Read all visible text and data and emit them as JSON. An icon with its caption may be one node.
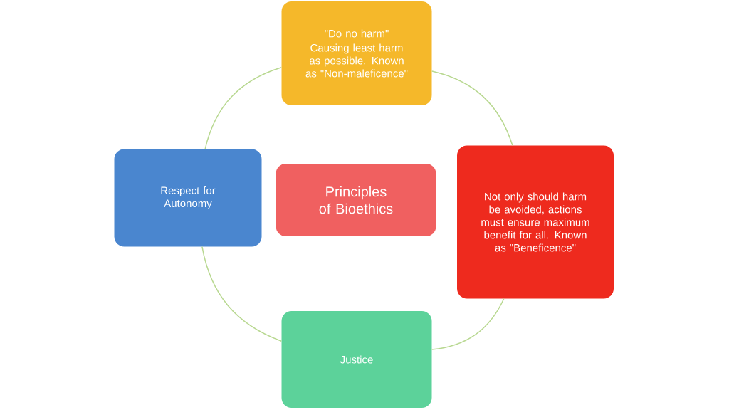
{
  "diagram": {
    "nodes": [
      {
        "text": [
          "\"Do no harm\"",
          "Causing least harm as possible. Known as \"Non-maleficence\""
        ]
      },
      {
        "text": [
          "Respect for Autonomy"
        ]
      },
      {
        "text": [
          "Principles of Bioethics"
        ]
      },
      {
        "text": [
          "Not only should harm be avoided, actions must ensure maximum benefit for all. Known as \"Beneficence\""
        ]
      },
      {
        "text": [
          "Justice"
        ]
      }
    ],
    "edges": [
      {
        "from": 0,
        "to": 3,
        "arrow": "none"
      },
      {
        "from": 3,
        "to": 4,
        "arrow": "none"
      },
      {
        "from": 4,
        "to": 1,
        "arrow": "none"
      },
      {
        "from": 1,
        "to": 0,
        "arrow": "none"
      }
    ]
  }
}
